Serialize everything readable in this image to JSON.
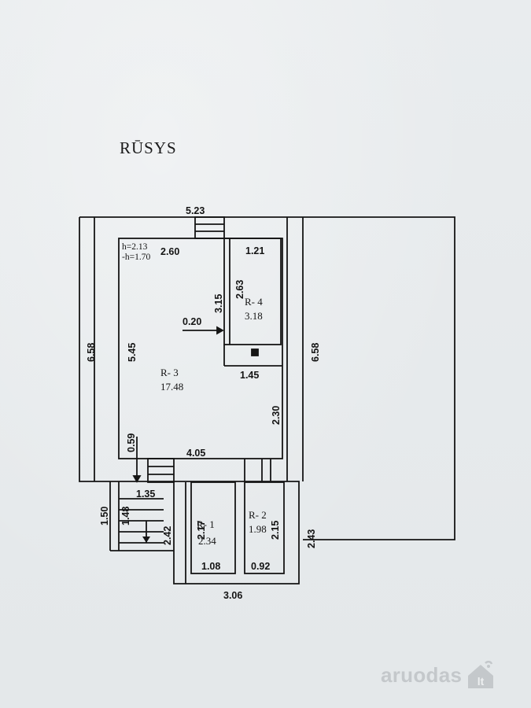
{
  "title": "RŪSYS",
  "overall": {
    "top_width": "5.23",
    "left_height": "6.58",
    "right_height": "6.58",
    "bottom_width": "3.06",
    "right_low": "2.43"
  },
  "room3": {
    "id": "R- 3",
    "area": "17.48",
    "h1": "h=2.13",
    "h2": "-h=1.70",
    "top": "2.60",
    "left": "5.45",
    "inner": "0.20",
    "step": "3.15",
    "bottom": "4.05",
    "right": "2.30",
    "corner": "0.59",
    "sub": "1.45"
  },
  "room4": {
    "id": "R- 4",
    "area": "3.18",
    "top": "1.21",
    "side": "2.63"
  },
  "room1": {
    "id": "R- 1",
    "area": "2.34",
    "side": "2.17",
    "bottom": "1.08"
  },
  "room2": {
    "id": "R- 2",
    "area": "1.98",
    "side": "2.15",
    "bottom": "0.92"
  },
  "stair": {
    "width": "1.35",
    "height": "1.48",
    "outer": "1.50",
    "mid": "2.42"
  },
  "watermark": {
    "text": "aruodas",
    "icon": "home-icon",
    "suffix": "lt"
  }
}
